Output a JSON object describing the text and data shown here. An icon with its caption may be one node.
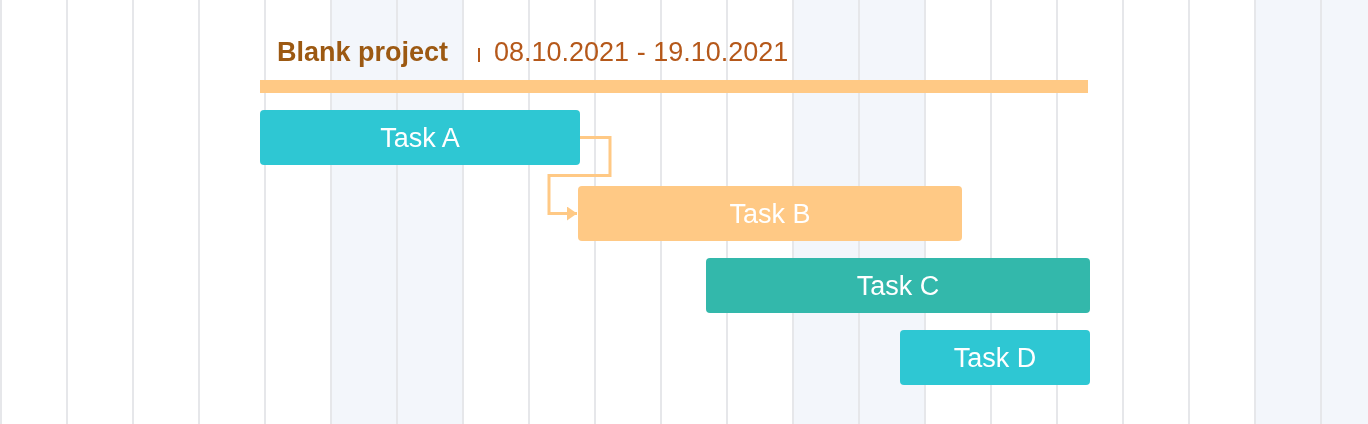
{
  "diagram": {
    "nodes": [
      {
        "text": [
          "Blank project",
          "08.10.2021 - 19.10.2021"
        ]
      },
      {
        "text": [
          "Task A"
        ]
      },
      {
        "text": [
          "Task B"
        ]
      },
      {
        "text": [
          "Task C"
        ]
      },
      {
        "text": [
          "Task D"
        ]
      }
    ],
    "edges": [
      {
        "from": 1,
        "to": 2,
        "arrow": "to"
      }
    ]
  }
}
